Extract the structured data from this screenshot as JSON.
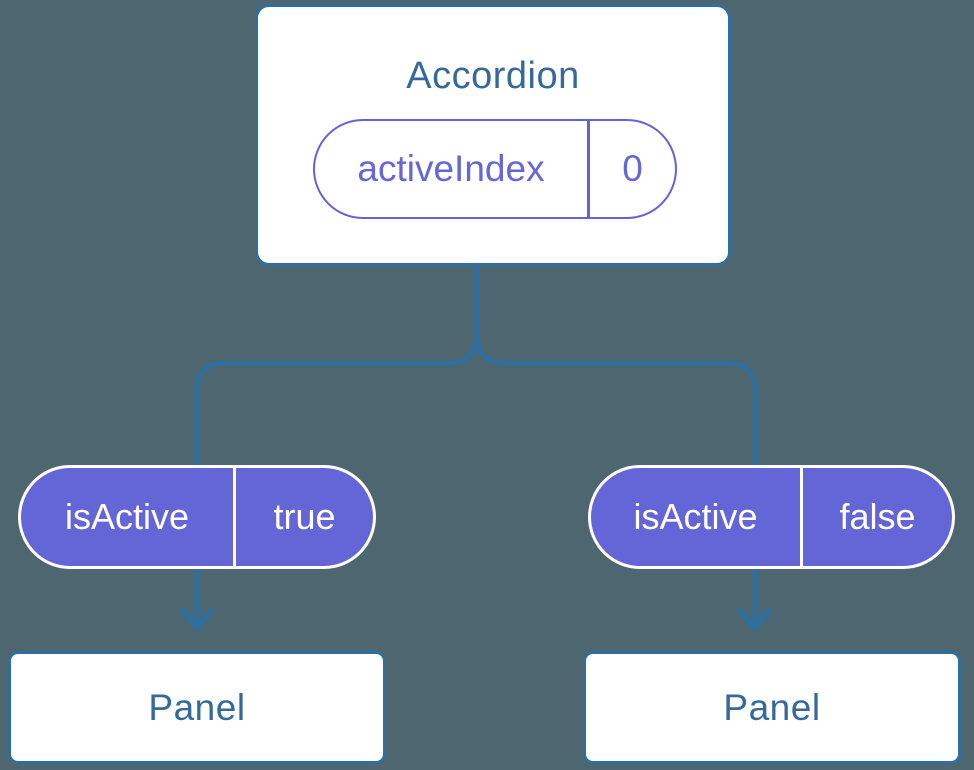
{
  "diagram": {
    "root": {
      "title": "Accordion",
      "state": {
        "name": "activeIndex",
        "value": "0"
      }
    },
    "children": [
      {
        "prop": {
          "name": "isActive",
          "value": "true"
        },
        "panel_label": "Panel"
      },
      {
        "prop": {
          "name": "isActive",
          "value": "false"
        },
        "panel_label": "Panel"
      }
    ],
    "colors": {
      "background": "#4d6670",
      "connector": "#2e6f9e",
      "card_bg": "#ffffff",
      "card_border": "#2e6f9e",
      "heading_text": "#35699e",
      "purple_fill": "#6466d8",
      "purple_outline": "#6164d9",
      "text_on_purple": "#ffffff"
    }
  }
}
